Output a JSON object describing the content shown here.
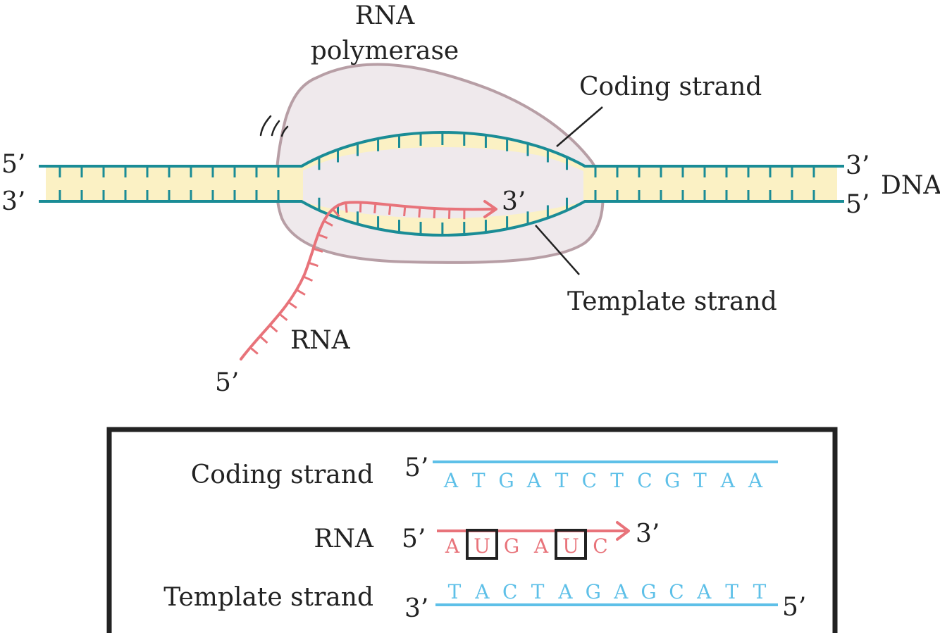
{
  "top": {
    "polymerase_label_line1": "RNA",
    "polymerase_label_line2": "polymerase",
    "coding_strand_label": "Coding strand",
    "template_strand_label": "Template strand",
    "rna_label": "RNA",
    "dna_label": "DNA",
    "left_top_end": "5’",
    "left_bottom_end": "3’",
    "right_top_end": "3’",
    "right_bottom_end": "5’",
    "rna_growing_end": "3’",
    "rna_start_end": "5’"
  },
  "box": {
    "coding": {
      "label": "Coding strand",
      "start_end": "5’",
      "bases": [
        "A",
        "T",
        "G",
        "A",
        "T",
        "C",
        "T",
        "C",
        "G",
        "T",
        "A",
        "A"
      ]
    },
    "rna": {
      "label": "RNA",
      "start_end": "5’",
      "end_end": "3’",
      "bases": [
        "A",
        "U",
        "G",
        "A",
        "U",
        "C"
      ],
      "highlighted": [
        "U"
      ]
    },
    "template": {
      "label": "Template strand",
      "start_end": "3’",
      "end_end": "5’",
      "bases": [
        "T",
        "A",
        "C",
        "T",
        "A",
        "G",
        "A",
        "G",
        "C",
        "A",
        "T",
        "T"
      ]
    }
  },
  "colors": {
    "dna_strand": "#1a8c96",
    "base_fill": "#fbf1c4",
    "rna": "#e8737a",
    "polymerase_fill": "#efe9ec",
    "polymerase_edge": "#b79ea5",
    "sequence_blue": "#5ec0e8",
    "text": "#222222"
  }
}
